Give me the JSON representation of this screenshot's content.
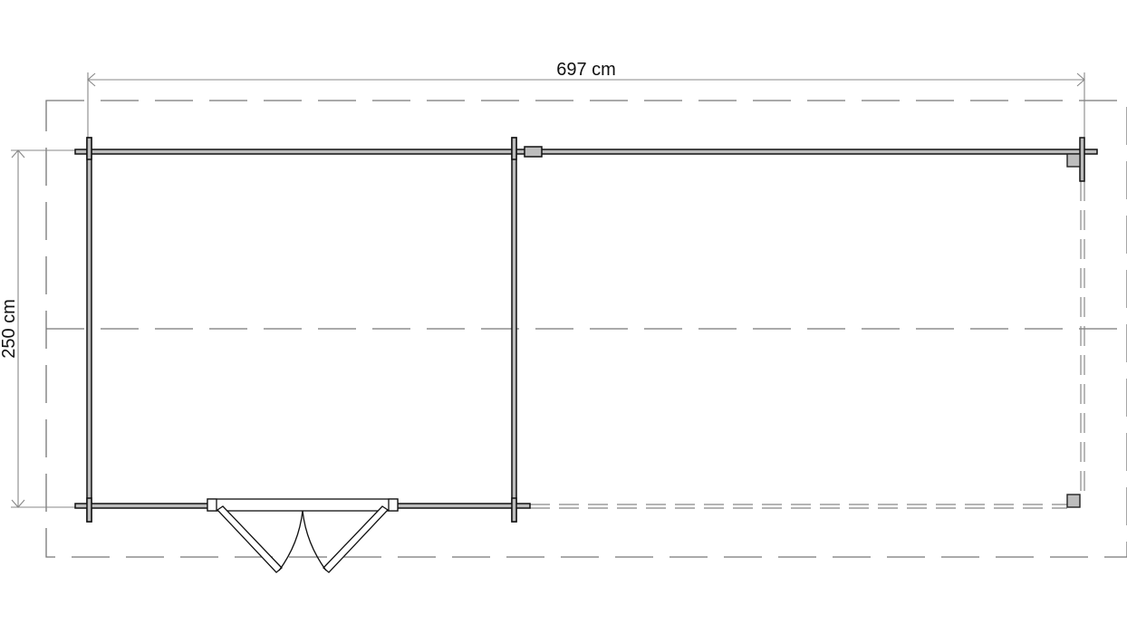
{
  "diagram": {
    "type": "floor-plan",
    "subject": "garden log cabin with side canopy",
    "dimensions": {
      "width_label": "697 cm",
      "depth_label": "250 cm"
    },
    "elements": [
      {
        "id": "cabin-room",
        "label": "enclosed room"
      },
      {
        "id": "canopy-area",
        "label": "open canopy area"
      },
      {
        "id": "double-door",
        "label": "double door (outward opening)"
      },
      {
        "id": "canopy-post-back",
        "label": "support post"
      },
      {
        "id": "canopy-post-front",
        "label": "support post"
      },
      {
        "id": "roof-outline",
        "label": "roof overhang outline (dashed)"
      }
    ],
    "colors": {
      "wall_fill": "#bdbdbd",
      "outline": "#111111",
      "dashed": "#777777"
    }
  }
}
